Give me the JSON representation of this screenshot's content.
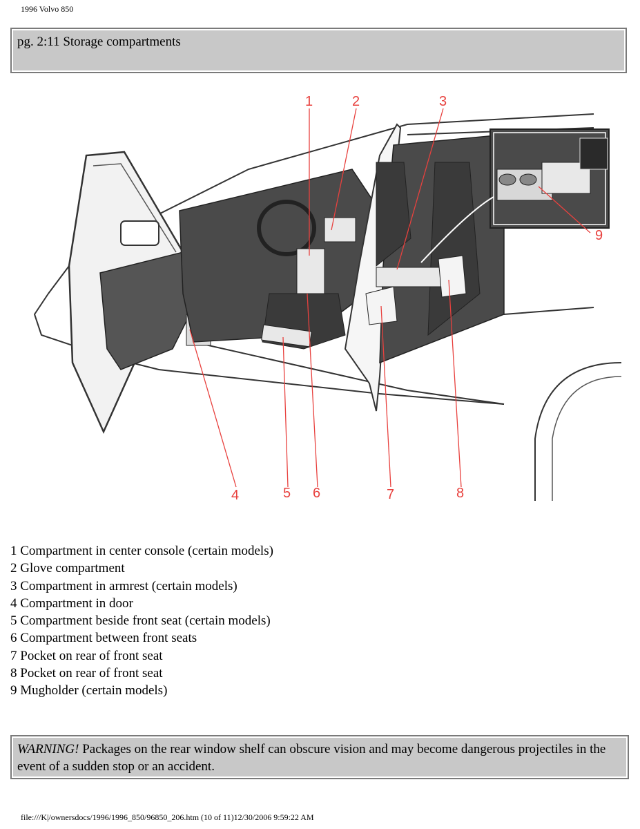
{
  "header": {
    "title": "1996 Volvo 850"
  },
  "page_title": "pg. 2:11 Storage compartments",
  "figure": {
    "callouts": [
      "1",
      "2",
      "3",
      "4",
      "5",
      "6",
      "7",
      "8",
      "9"
    ],
    "accent_color": "#e8413e"
  },
  "captions": [
    "1 Compartment in center console (certain models)",
    "2 Glove compartment",
    "3 Compartment in armrest (certain models)",
    "4 Compartment in door",
    "5 Compartment beside front seat (certain models)",
    "6 Compartment between front seats",
    "7 Pocket on rear of front seat",
    "8 Pocket on rear of front seat",
    "9 Mugholder (certain models)"
  ],
  "warning": {
    "label": "WARNING!",
    "text": " Packages on the rear window shelf can obscure vision and may become dangerous projectiles in the event of a sudden stop or an accident."
  },
  "footer": {
    "text": "file:///K|/ownersdocs/1996/1996_850/96850_206.htm (10 of 11)12/30/2006 9:59:22 AM"
  }
}
